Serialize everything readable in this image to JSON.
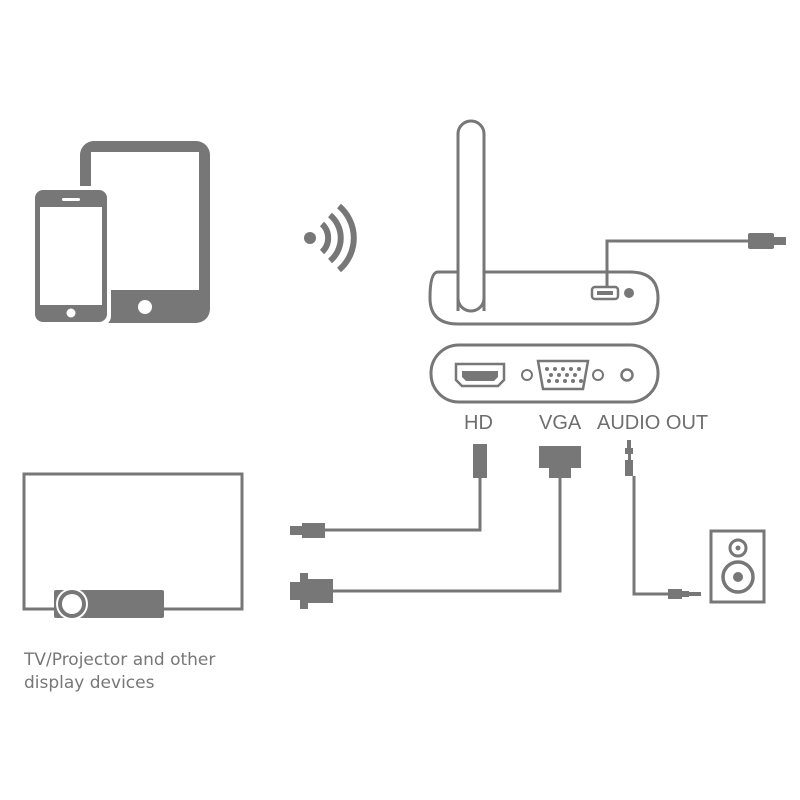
{
  "labels": {
    "hd": "HD",
    "vga": "VGA",
    "audio_out": "AUDIO OUT"
  },
  "caption": {
    "line1": "TV/Projector and other",
    "line2": "display devices"
  },
  "colors": {
    "line": "#7a7a7a",
    "fill": "#777777",
    "text": "#6e6e6e",
    "background": "#ffffff"
  },
  "icons": {
    "tablet": "tablet-icon",
    "phone": "smartphone-icon",
    "wifi": "wifi-signal-icon",
    "antenna": "antenna-icon",
    "receiver": "receiver-box-icon",
    "tv": "tv-screen-icon",
    "projector": "projector-icon",
    "speaker": "speaker-icon"
  }
}
